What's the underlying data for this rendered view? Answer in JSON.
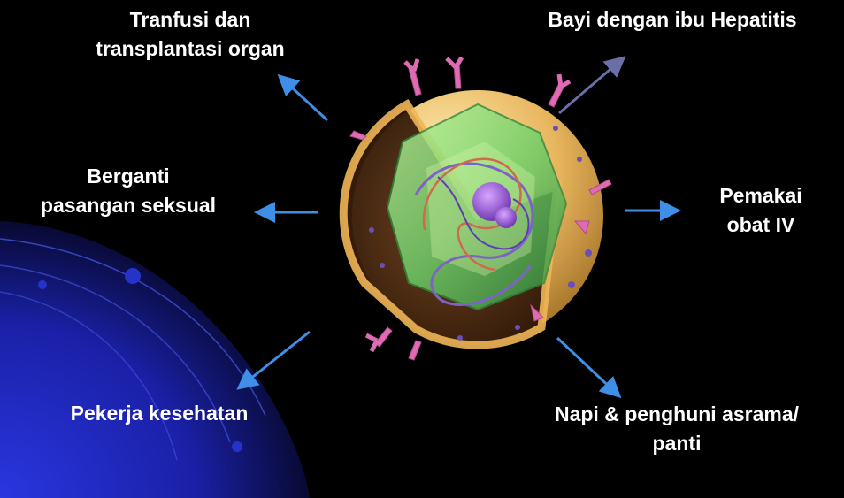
{
  "labels": {
    "transfusion": [
      "Tranfusi dan",
      "transplantasi organ"
    ],
    "baby": [
      "Bayi dengan ibu Hepatitis"
    ],
    "partners": [
      "Berganti",
      "pasangan seksual"
    ],
    "iv_drug": [
      "Pemakai",
      "obat IV"
    ],
    "health_worker": [
      "Pekerja kesehatan"
    ],
    "inmates": [
      "Napi & penghuni asrama/",
      "panti"
    ]
  },
  "colors": {
    "background": "#000000",
    "text": "#ffffff",
    "arrow": "#3f8fe8",
    "arrow_dark": "#6b6fa8",
    "corner_blue": "#1c24b8",
    "envelope": "#e6b25a",
    "capsid": "#6fd16b",
    "spikes": "#e06bb5",
    "dna": "#7e63c6"
  },
  "icons": {
    "central_image": "hepatitis-b-virus-illustration",
    "arrows": "arrow-icon"
  }
}
